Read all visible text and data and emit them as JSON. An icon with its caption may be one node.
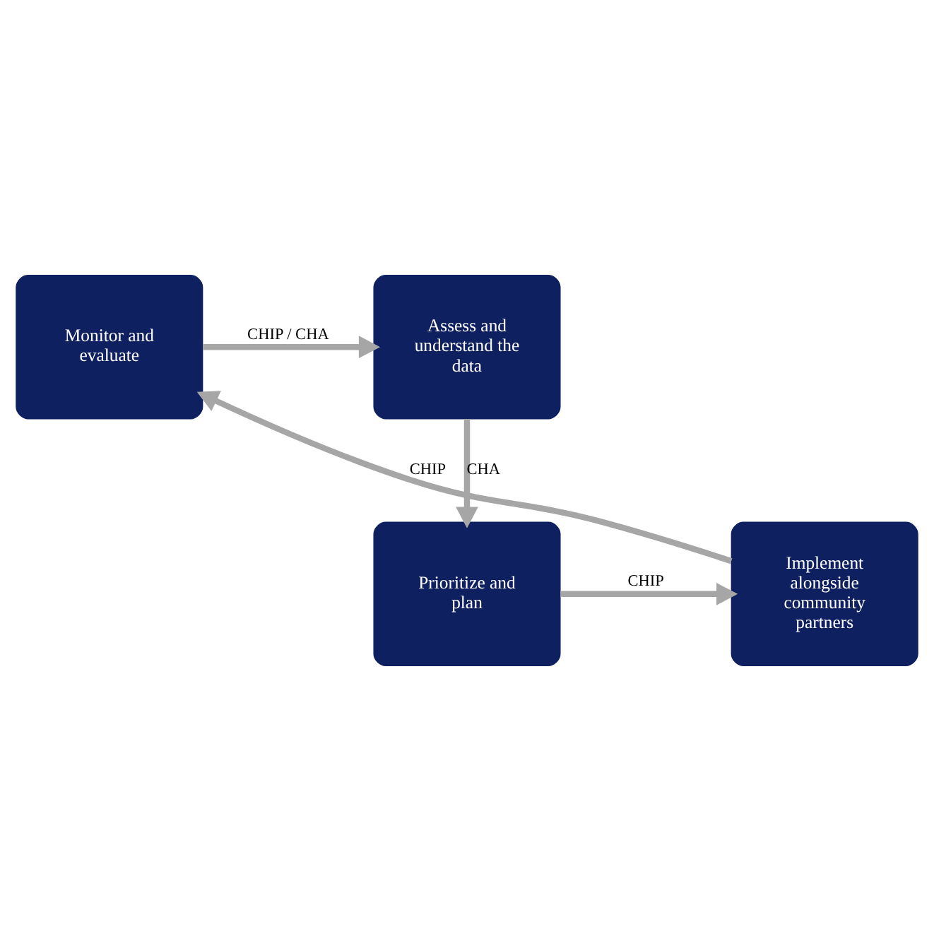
{
  "diagram": {
    "nodes": [
      {
        "text": [
          "Monitor and evaluate"
        ]
      },
      {
        "text": [
          "Assess and understand the data"
        ]
      },
      {
        "text": [
          "Implement alongside community partners"
        ]
      },
      {
        "text": [
          "Prioritize and plan"
        ]
      }
    ],
    "edges": [
      {
        "from": 0,
        "to": 1,
        "arrow": "to",
        "label": "CHIP / CHA"
      },
      {
        "from": 1,
        "to": 3,
        "arrow": "to",
        "label": "CHA"
      },
      {
        "from": 3,
        "to": 2,
        "arrow": "to",
        "label": "CHIP"
      },
      {
        "from": 2,
        "to": 0,
        "arrow": "to",
        "label": "CHIP"
      }
    ]
  }
}
